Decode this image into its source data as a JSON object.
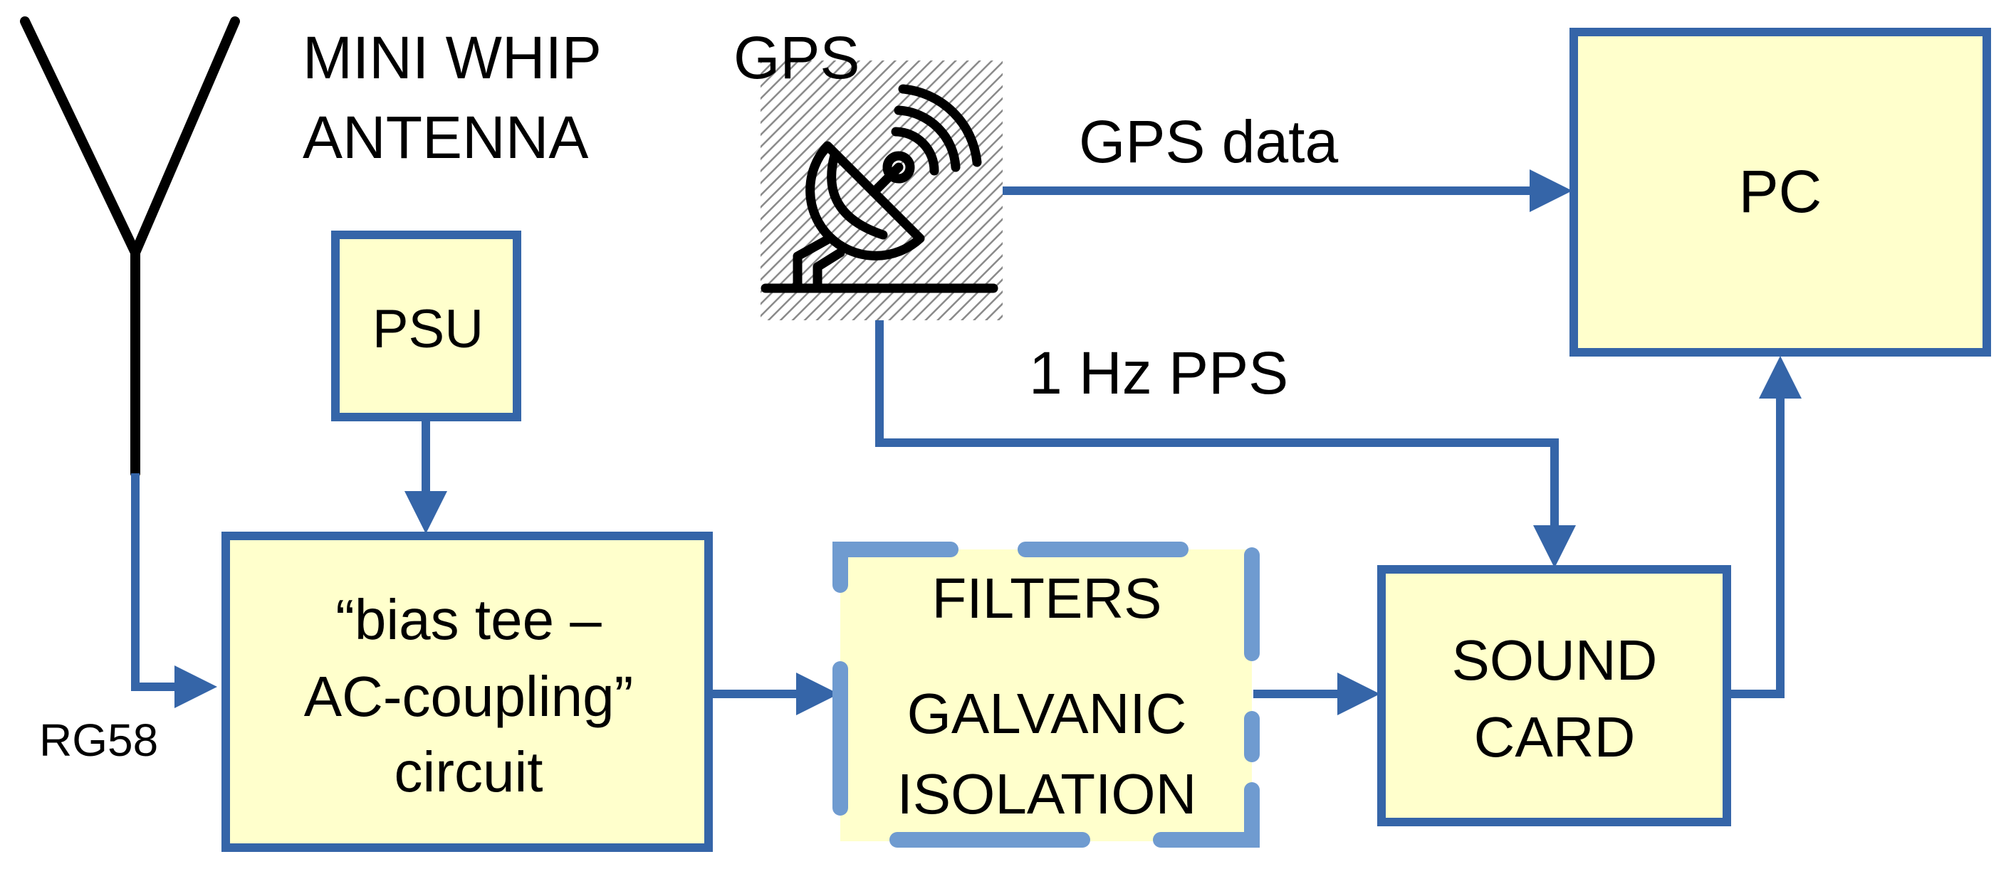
{
  "colors": {
    "line": "#3565a8",
    "box_fill": "#ffffcc",
    "filter_border": "#6f9bd0",
    "antenna": "#000000",
    "hatch": "#888888"
  },
  "antenna": {
    "label_line1": "MINI WHIP",
    "label_line2": "ANTENNA",
    "cable_label": "RG58"
  },
  "gps": {
    "label": "GPS",
    "icon": "satellite-dish-icon"
  },
  "blocks": {
    "psu": "PSU",
    "bias_tee_line1": "“bias tee –",
    "bias_tee_line2": "AC-coupling”",
    "bias_tee_line3": "circuit",
    "filters_line1": "FILTERS",
    "filters_line2": "GALVANIC",
    "filters_line3": "ISOLATION",
    "sound_card_line1": "SOUND",
    "sound_card_line2": "CARD",
    "pc": "PC"
  },
  "connections": {
    "gps_data": "GPS data",
    "pps": "1 Hz PPS"
  }
}
